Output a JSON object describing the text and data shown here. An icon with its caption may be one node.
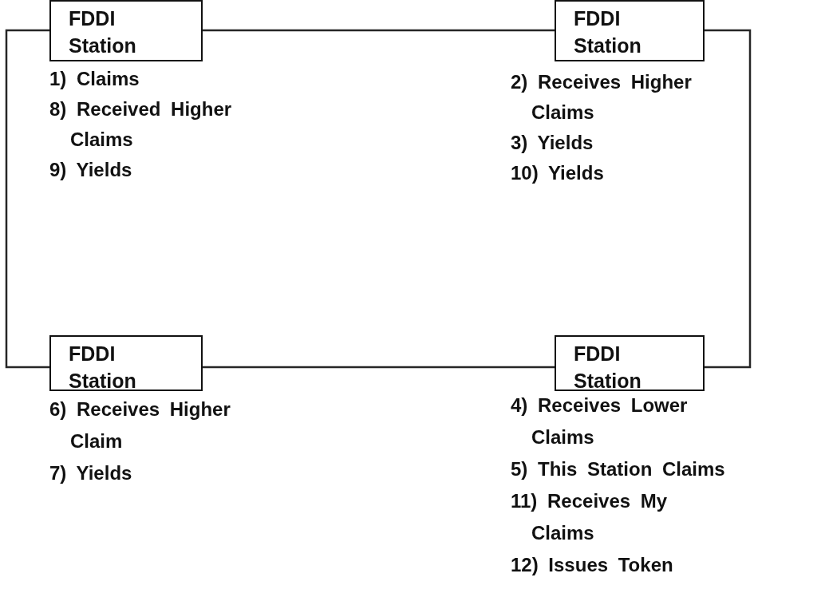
{
  "diagram": {
    "nodes": [
      {
        "text": [
          "FDDI Station"
        ],
        "beside": [
          "1) Claims",
          "8) Received Higher Claims",
          "9) Yields"
        ]
      },
      {
        "text": [
          "FDDI Station"
        ],
        "beside": [
          "2) Receives Higher Claims",
          "3) Yields",
          "10) Yields"
        ]
      },
      {
        "text": [
          "FDDI Station"
        ],
        "beside": [
          "6) Receives Higher Claim",
          "7) Yields"
        ]
      },
      {
        "text": [
          "FDDI Station"
        ],
        "beside": [
          "4) Receives Lower Claims",
          "5) This Station Claims",
          "11) Receives My Claims",
          "12) Issues Token"
        ]
      }
    ],
    "edges": [
      {
        "from": 0,
        "to": 1,
        "arrow": "none"
      },
      {
        "from": 1,
        "to": 3,
        "arrow": "none"
      },
      {
        "from": 3,
        "to": 2,
        "arrow": "none"
      },
      {
        "from": 2,
        "to": 0,
        "arrow": "none"
      }
    ]
  }
}
